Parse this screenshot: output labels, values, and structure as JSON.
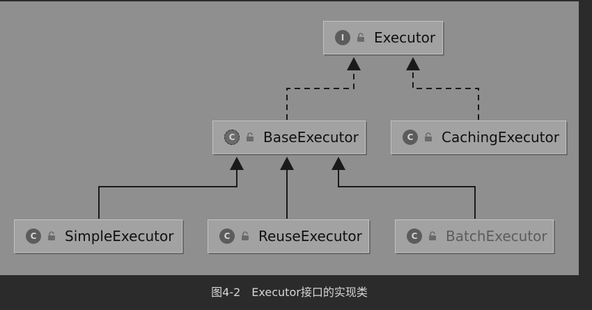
{
  "diagram": {
    "nodes": {
      "executor": {
        "label": "Executor",
        "badge": "I",
        "kind": "interface"
      },
      "base_executor": {
        "label": "BaseExecutor",
        "badge": "C",
        "kind": "abstract class"
      },
      "caching_executor": {
        "label": "CachingExecutor",
        "badge": "C",
        "kind": "class"
      },
      "simple_executor": {
        "label": "SimpleExecutor",
        "badge": "C",
        "kind": "class"
      },
      "reuse_executor": {
        "label": "ReuseExecutor",
        "badge": "C",
        "kind": "class"
      },
      "batch_executor": {
        "label": "BatchExecutor",
        "badge": "C",
        "kind": "class"
      }
    },
    "edges": [
      {
        "from": "BaseExecutor",
        "to": "Executor",
        "type": "implements"
      },
      {
        "from": "CachingExecutor",
        "to": "Executor",
        "type": "implements"
      },
      {
        "from": "SimpleExecutor",
        "to": "BaseExecutor",
        "type": "extends"
      },
      {
        "from": "ReuseExecutor",
        "to": "BaseExecutor",
        "type": "extends"
      },
      {
        "from": "BatchExecutor",
        "to": "BaseExecutor",
        "type": "extends"
      }
    ],
    "colors": {
      "background": "#8f8f8f",
      "node_fill": "#a2a2a2",
      "badge": "#5c5c5c",
      "edge": "#1a1a1a",
      "page": "#2b2b2b"
    }
  },
  "caption": "图4-2　Executor接口的实现类"
}
